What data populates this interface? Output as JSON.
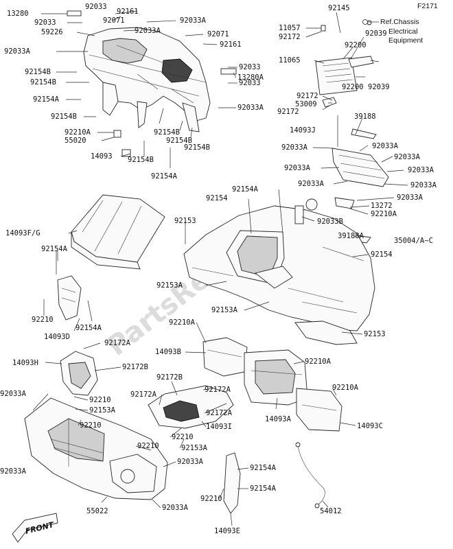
{
  "header": {
    "figure_code": "F2171",
    "ref_note_lines": [
      "Ref.Chassis",
      "Electrical",
      "Equipment"
    ]
  },
  "watermark": "PartsRepublik",
  "front_label": "FRONT",
  "labels": [
    "13280",
    "92033",
    "92161",
    "92033",
    "92071",
    "92033A",
    "59226",
    "92033A",
    "92071",
    "92161",
    "92033A",
    "92154B",
    "92154B",
    "92154A",
    "92154B",
    "92210A",
    "55020",
    "14093",
    "92154B",
    "92154B",
    "92154B",
    "92154B",
    "92154A",
    "92033A",
    "92033",
    "13280A",
    "92033",
    "92145",
    "11057",
    "92172",
    "92039",
    "92200",
    "11065",
    "92200",
    "92039",
    "92172",
    "53009",
    "92172",
    "14093J",
    "39188",
    "92033A",
    "92033A",
    "92033A",
    "92033A",
    "92033A",
    "92033A",
    "92033A",
    "92033A",
    "13272",
    "92210A",
    "92154A",
    "92154",
    "92033B",
    "39188A",
    "35004/A~C",
    "14093F/G",
    "92153",
    "92154A",
    "92154",
    "92153A",
    "92153A",
    "92153",
    "92210",
    "92154A",
    "14093D",
    "92172A",
    "14093H",
    "92172B",
    "92210",
    "92153A",
    "92033A",
    "92210",
    "92210A",
    "14093B",
    "92210A",
    "92172B",
    "92172A",
    "92172A",
    "92172A",
    "14093I",
    "92210",
    "92153A",
    "92210",
    "92033A",
    "92033A",
    "92154A",
    "92154A",
    "92033A",
    "92210",
    "55022",
    "14093A",
    "92210A",
    "14093C",
    "14093E",
    "54012"
  ]
}
